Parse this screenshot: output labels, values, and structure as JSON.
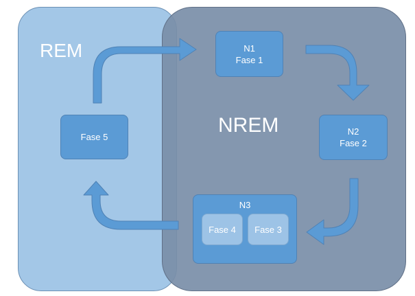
{
  "regions": {
    "rem": {
      "label": "REM"
    },
    "nrem": {
      "label": "NREM"
    }
  },
  "nodes": {
    "n1": {
      "title": "N1",
      "subtitle": "Fase 1"
    },
    "n2": {
      "title": "N2",
      "subtitle": "Fase 2"
    },
    "n3": {
      "title": "N3",
      "children": [
        "Fase 4",
        "Fase 3"
      ]
    },
    "fase5": {
      "label": "Fase 5"
    }
  },
  "edges": [
    {
      "from": "Fase 5",
      "to": "N1"
    },
    {
      "from": "N1",
      "to": "N2"
    },
    {
      "from": "N2",
      "to": "N3"
    },
    {
      "from": "N3",
      "to": "Fase 5"
    }
  ],
  "colors": {
    "rem_fill": "#9ec4e6",
    "nrem_fill": "#7a8ea8",
    "node_fill": "#5b9bd5",
    "subnode_fill": "#9dc3e6",
    "arrow": "#5b9bd5",
    "text": "#ffffff"
  }
}
